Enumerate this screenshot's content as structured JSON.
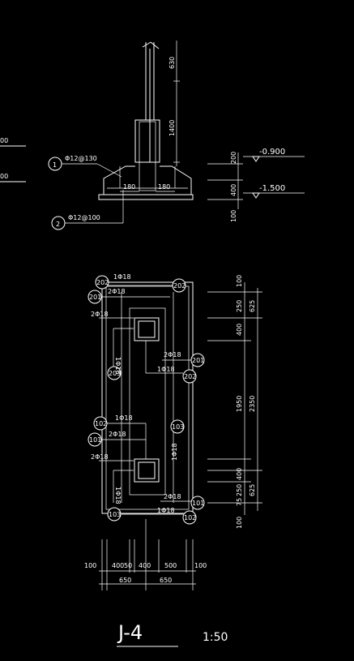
{
  "section": {
    "left_labels": [
      "00",
      "00"
    ],
    "callout_1": "1",
    "callout_1_text": "Φ12@130",
    "callout_2": "2",
    "callout_2_text": "Φ12@100",
    "dim_180_left": "180",
    "dim_180_right": "180",
    "dim_630": "630",
    "dim_1400": "1400",
    "dim_200": "200",
    "dim_400": "400",
    "dim_100": "100",
    "elev_1": "-0.900",
    "elev_2": "-1.500"
  },
  "plan": {
    "tags": {
      "t202_top": "202",
      "t201_top": "201",
      "t202_topright": "202",
      "t201_right": "201",
      "t202_midright": "202",
      "t203_left": "203",
      "t103_right": "103",
      "t102_left": "102",
      "t101_left": "101",
      "t101_bottomright": "101",
      "t103_bottom": "103",
      "t102_bottom": "102"
    },
    "rebars": {
      "r1_top": "1Φ18",
      "r2_top": "2Φ18",
      "r2_left_top": "2Φ18",
      "r1_left_vert": "1Φ18",
      "r2_mid_right": "2Φ18",
      "r1_mid": "1Φ18",
      "r1_mid2": "1Φ18",
      "r2_mid2": "2Φ18",
      "r2_left_bot": "2Φ18",
      "r1_vert_mid": "1Φ18",
      "r1_left_bot": "1Φ18",
      "r2_bot_right": "2Φ18",
      "r1_bot": "1Φ18"
    },
    "dims_right": {
      "d100_top": "100",
      "d250": "250",
      "d625_top": "625",
      "d400_top": "400",
      "d1950": "1950",
      "d2350": "2350",
      "d400_bot": "400",
      "d625_bot": "625",
      "d250_bot": "250",
      "d75": "75",
      "d100_bot": "100"
    },
    "dims_bottom": {
      "b100_l": "100",
      "b400": "400",
      "b50": "50",
      "b400b": "400",
      "b500": "500",
      "b100_r": "100",
      "b650_l": "650",
      "b650_r": "650"
    }
  },
  "title": {
    "name": "J-4",
    "scale": "1:50"
  }
}
